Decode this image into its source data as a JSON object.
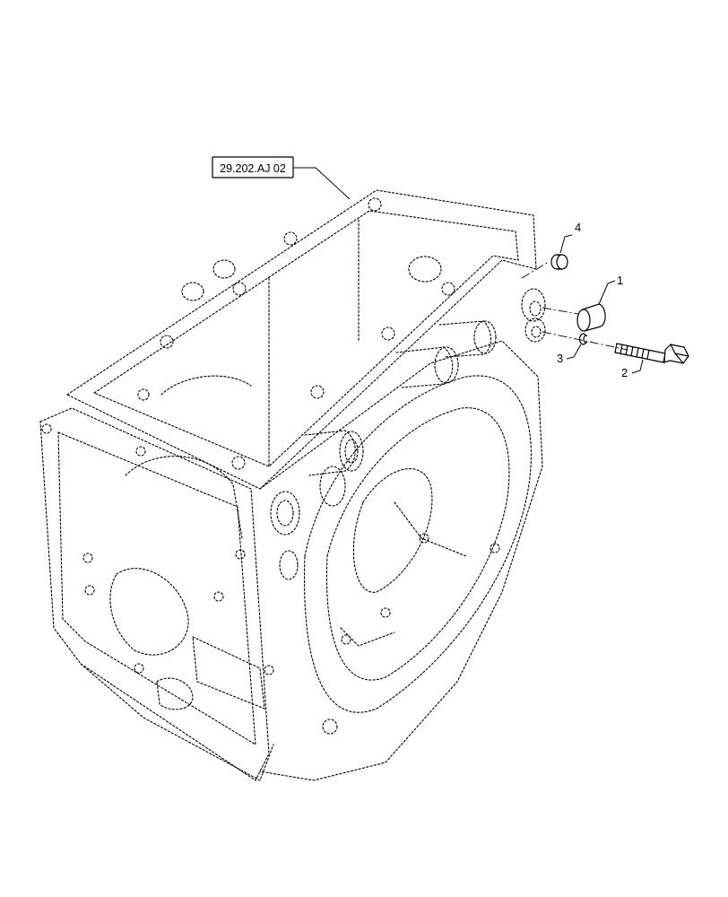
{
  "reference_label": "29.202.AJ 02",
  "callouts": [
    "1",
    "2",
    "3",
    "4"
  ]
}
